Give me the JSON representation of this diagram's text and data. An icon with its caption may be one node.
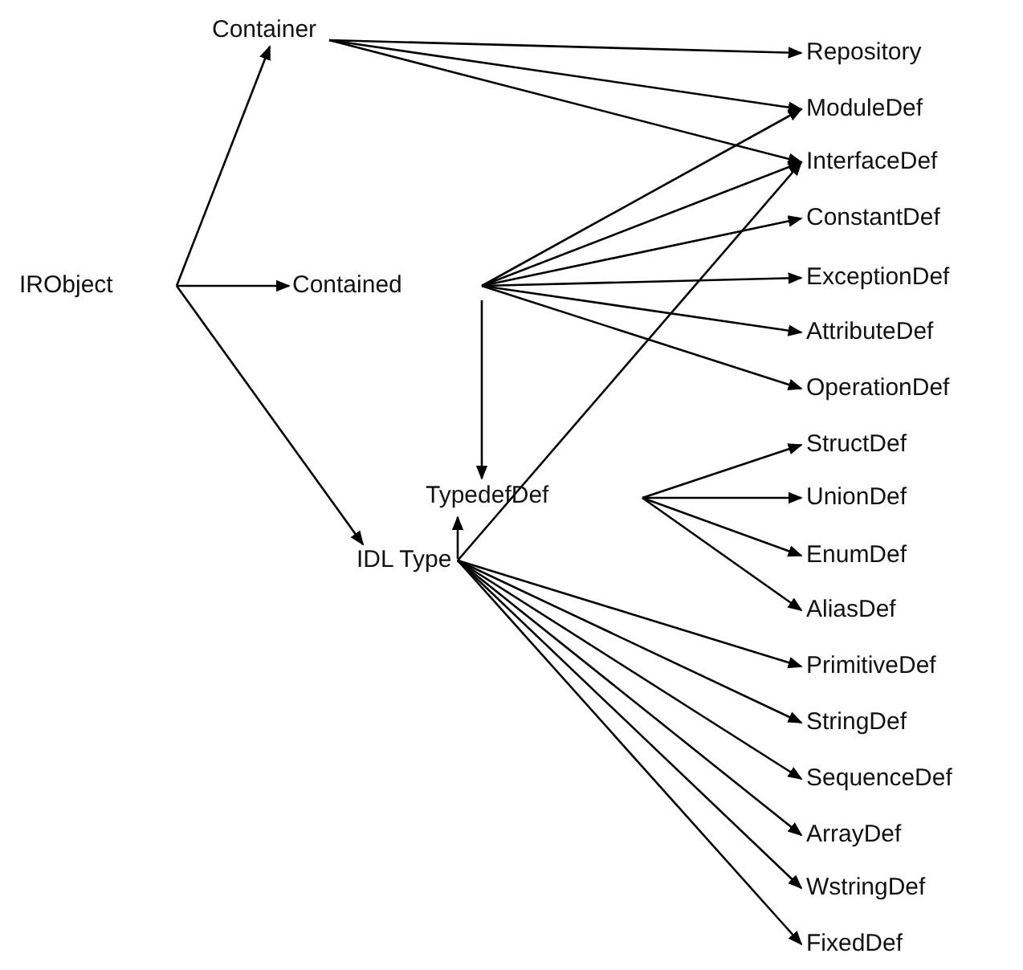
{
  "diagram": {
    "nodes": [
      {
        "text": [
          "IRObject"
        ]
      },
      {
        "text": [
          "Container"
        ]
      },
      {
        "text": [
          "Contained"
        ]
      },
      {
        "text": [
          "IDL Type"
        ]
      },
      {
        "text": [
          "Repository"
        ]
      },
      {
        "text": [
          "ModuleDef"
        ]
      },
      {
        "text": [
          "InterfaceDef"
        ]
      },
      {
        "text": [
          "ConstantDef"
        ]
      },
      {
        "text": [
          "ExceptionDef"
        ]
      },
      {
        "text": [
          "AttributeDef"
        ]
      },
      {
        "text": [
          "OperationDef"
        ]
      },
      {
        "text": [
          "TypedefDef"
        ]
      },
      {
        "text": [
          "StructDef"
        ]
      },
      {
        "text": [
          "UnionDef"
        ]
      },
      {
        "text": [
          "EnumDef"
        ]
      },
      {
        "text": [
          "AliasDef"
        ]
      },
      {
        "text": [
          "PrimitiveDef"
        ]
      },
      {
        "text": [
          "StringDef"
        ]
      },
      {
        "text": [
          "SequenceDef"
        ]
      },
      {
        "text": [
          "ArrayDef"
        ]
      },
      {
        "text": [
          "WstringDef"
        ]
      },
      {
        "text": [
          "FixedDef"
        ]
      }
    ],
    "edges": [
      {
        "from": 0,
        "to": 1,
        "arrow": "to"
      },
      {
        "from": 0,
        "to": 2,
        "arrow": "to"
      },
      {
        "from": 0,
        "to": 3,
        "arrow": "to"
      },
      {
        "from": 1,
        "to": 4,
        "arrow": "to"
      },
      {
        "from": 1,
        "to": 5,
        "arrow": "to"
      },
      {
        "from": 1,
        "to": 6,
        "arrow": "to"
      },
      {
        "from": 2,
        "to": 5,
        "arrow": "to"
      },
      {
        "from": 2,
        "to": 6,
        "arrow": "to"
      },
      {
        "from": 2,
        "to": 7,
        "arrow": "to"
      },
      {
        "from": 2,
        "to": 8,
        "arrow": "to"
      },
      {
        "from": 2,
        "to": 9,
        "arrow": "to"
      },
      {
        "from": 2,
        "to": 10,
        "arrow": "to"
      },
      {
        "from": 2,
        "to": 11,
        "arrow": "to"
      },
      {
        "from": 3,
        "to": 6,
        "arrow": "to"
      },
      {
        "from": 3,
        "to": 11,
        "arrow": "to"
      },
      {
        "from": 11,
        "to": 12,
        "arrow": "to"
      },
      {
        "from": 11,
        "to": 13,
        "arrow": "to"
      },
      {
        "from": 11,
        "to": 14,
        "arrow": "to"
      },
      {
        "from": 11,
        "to": 15,
        "arrow": "to"
      },
      {
        "from": 3,
        "to": 16,
        "arrow": "to"
      },
      {
        "from": 3,
        "to": 17,
        "arrow": "to"
      },
      {
        "from": 3,
        "to": 18,
        "arrow": "to"
      },
      {
        "from": 3,
        "to": 19,
        "arrow": "to"
      },
      {
        "from": 3,
        "to": 20,
        "arrow": "to"
      },
      {
        "from": 3,
        "to": 21,
        "arrow": "to"
      }
    ]
  }
}
